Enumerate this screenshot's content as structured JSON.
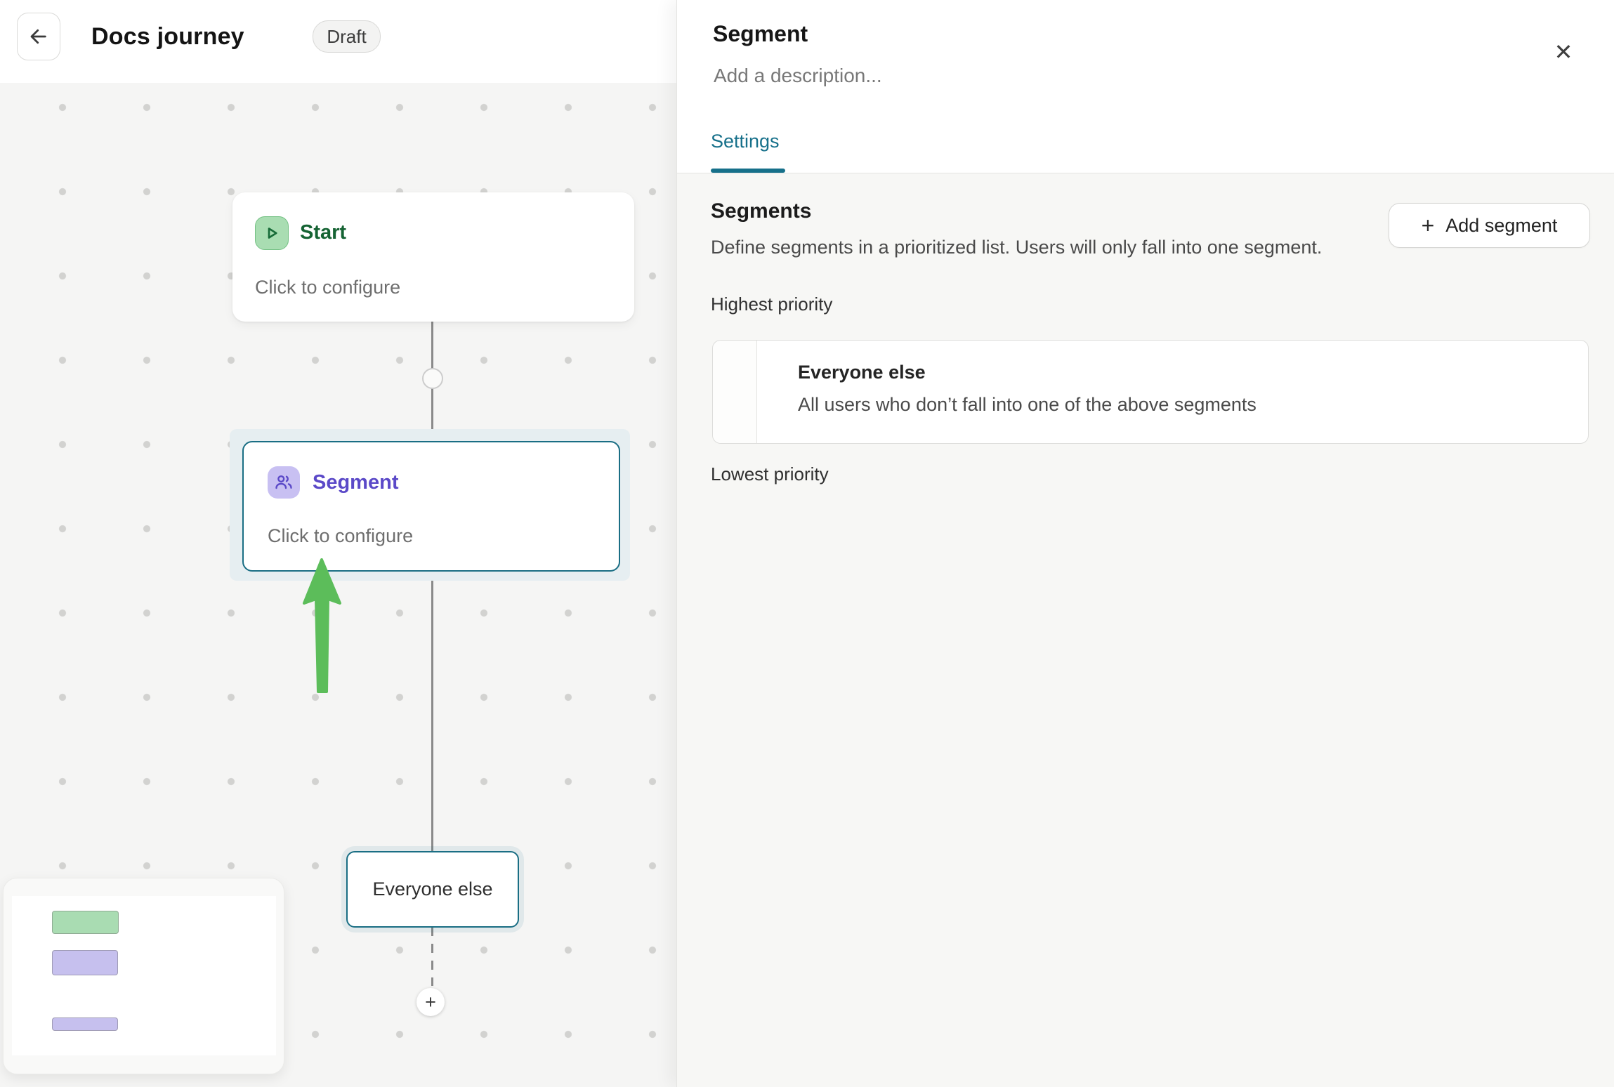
{
  "header": {
    "title": "Docs journey",
    "status_badge": "Draft"
  },
  "canvas": {
    "nodes": {
      "start": {
        "title": "Start",
        "subtitle": "Click to configure"
      },
      "segment": {
        "title": "Segment",
        "subtitle": "Click to configure"
      },
      "everyone_else": {
        "label": "Everyone else"
      }
    },
    "add_step_icon": "+"
  },
  "panel": {
    "title": "Segment",
    "description_placeholder": "Add a description...",
    "close_icon": "✕",
    "tabs": [
      {
        "label": "Settings",
        "active": true
      }
    ],
    "segments_section": {
      "heading": "Segments",
      "description": "Define segments in a prioritized list. Users will only fall into one segment.",
      "add_button": {
        "icon": "+",
        "label": "Add segment"
      },
      "highest_priority_label": "Highest priority",
      "lowest_priority_label": "Lowest priority",
      "items": [
        {
          "name": "Everyone else",
          "description": "All users who don’t fall into one of the above segments"
        }
      ]
    }
  },
  "colors": {
    "accent_teal": "#16708a",
    "node_border_teal": "#1a6e84",
    "start_green_text": "#156333",
    "start_green_bg": "#a9ddb2",
    "segment_purple_text": "#5b49c8",
    "segment_purple_bg": "#c8c0f2",
    "arrow_green": "#5cbd5a",
    "canvas_bg": "#f5f5f4",
    "panel_content_bg": "#f7f7f5"
  }
}
